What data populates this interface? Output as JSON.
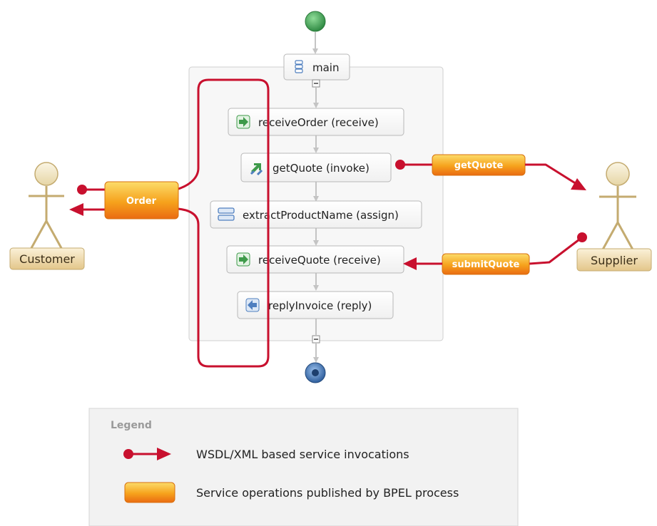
{
  "process": {
    "scope_label": "main",
    "activities": [
      {
        "label": "receiveOrder (receive)",
        "icon": "receive-icon"
      },
      {
        "label": "getQuote (invoke)",
        "icon": "invoke-icon"
      },
      {
        "label": "extractProductName (assign)",
        "icon": "assign-icon"
      },
      {
        "label": "receiveQuote (receive)",
        "icon": "receive-icon"
      },
      {
        "label": "replyInvoice (reply)",
        "icon": "reply-icon"
      }
    ]
  },
  "partners": {
    "customer": "Customer",
    "supplier": "Supplier"
  },
  "operations": {
    "order": "Order",
    "get_quote": "getQuote",
    "submit_quote": "submitQuote"
  },
  "legend": {
    "title": "Legend",
    "invocation_text": "WSDL/XML based service invocations",
    "operation_text": "Service operations published by BPEL process"
  },
  "colors": {
    "invocation_red": "#c8102e",
    "operation_orange": "#f5a01a",
    "start_green": "#3a9a4e",
    "end_blue": "#2d5d9c"
  }
}
